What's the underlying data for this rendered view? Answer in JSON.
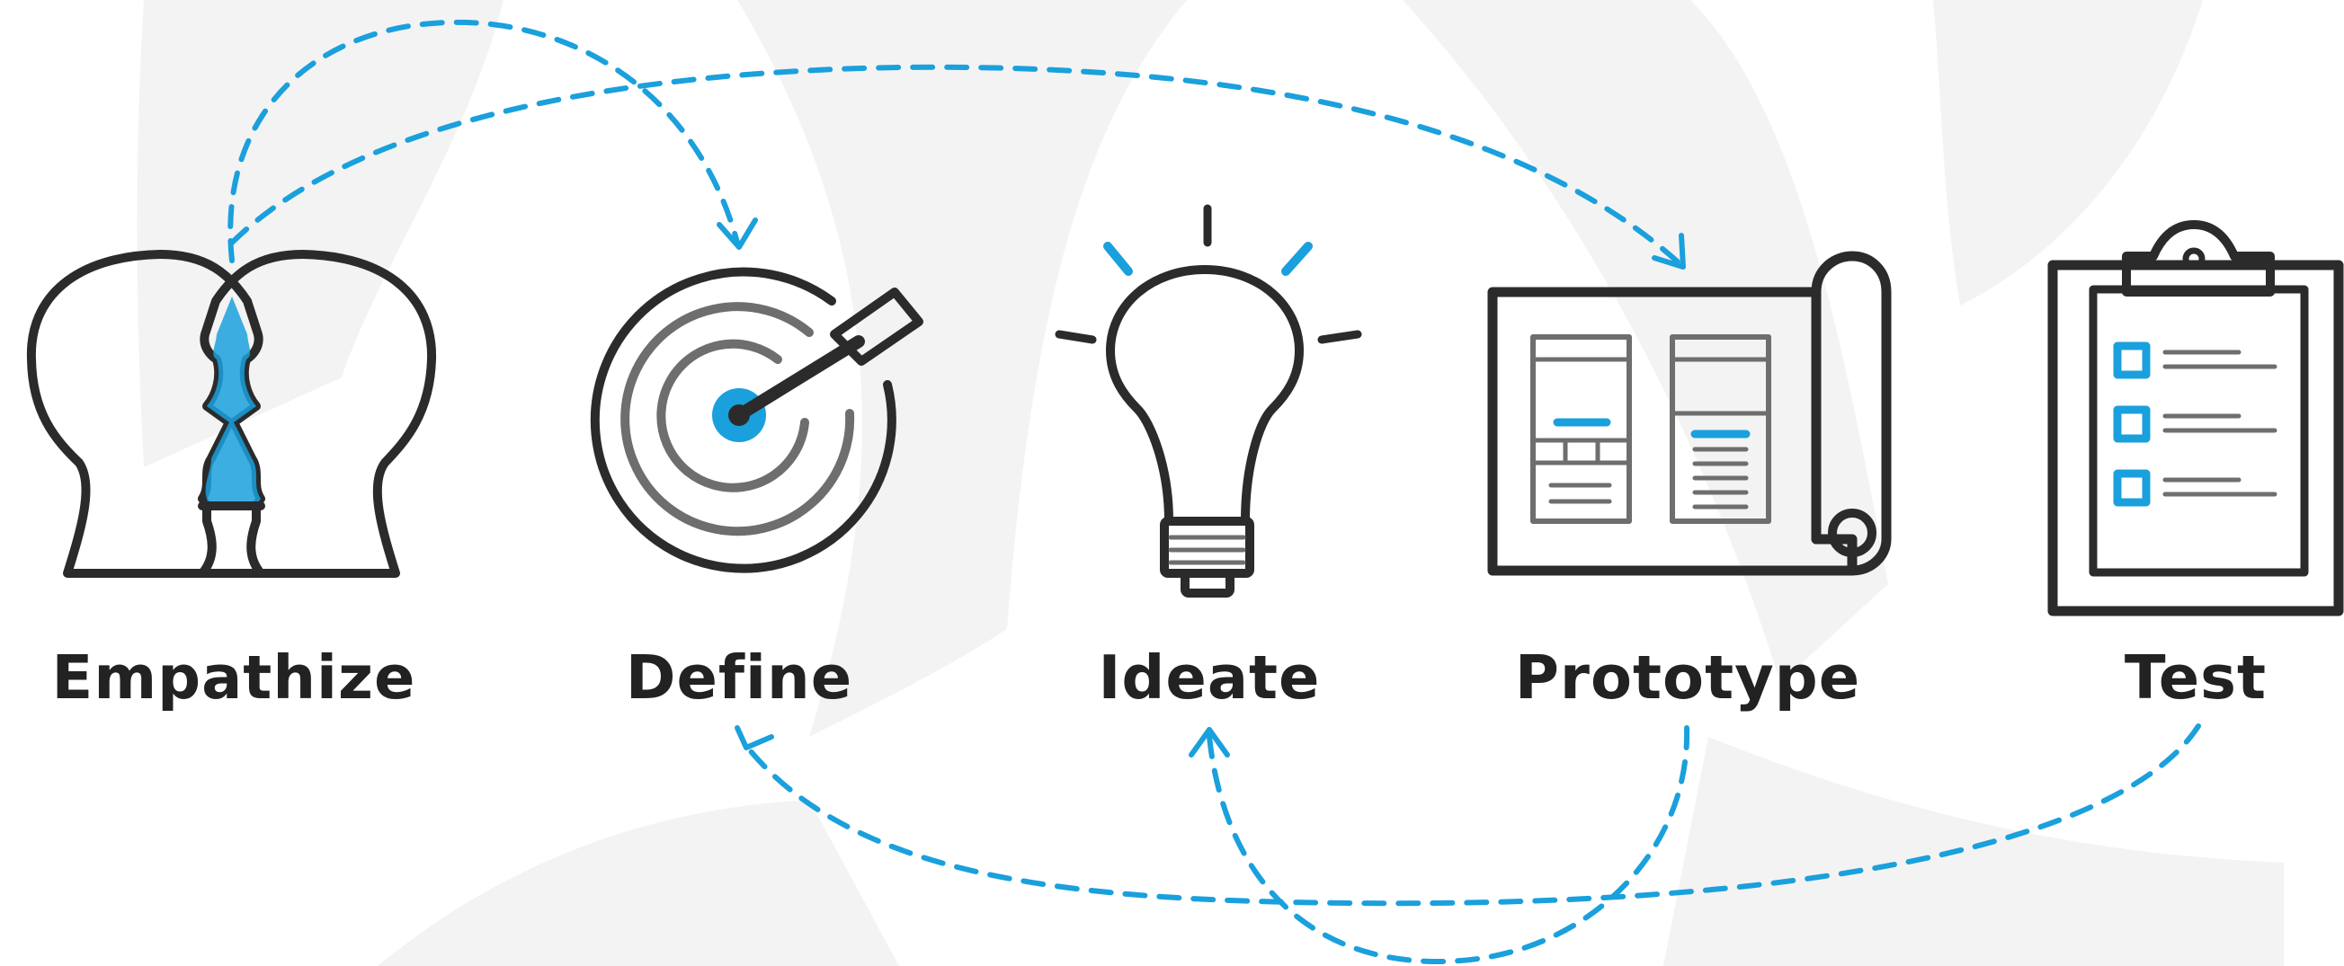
{
  "stages": [
    {
      "id": "empathize",
      "label": "Empathize",
      "icon": "two-heads-profile-icon"
    },
    {
      "id": "define",
      "label": "Define",
      "icon": "target-arrow-icon"
    },
    {
      "id": "ideate",
      "label": "Ideate",
      "icon": "lightbulb-icon"
    },
    {
      "id": "prototype",
      "label": "Prototype",
      "icon": "blueprint-scroll-icon"
    },
    {
      "id": "test",
      "label": "Test",
      "icon": "clipboard-checklist-icon"
    }
  ],
  "flows": [
    {
      "from": "empathize",
      "to": "define"
    },
    {
      "from": "empathize",
      "to": "prototype"
    },
    {
      "from": "prototype",
      "to": "ideate"
    },
    {
      "from": "test",
      "to": "define"
    }
  ],
  "colors": {
    "accent": "#1aa0dc",
    "stroke": "#2b2b2b",
    "gray": "#6e6e6e",
    "label": "#222222",
    "background_shape": "#f3f3f3"
  }
}
